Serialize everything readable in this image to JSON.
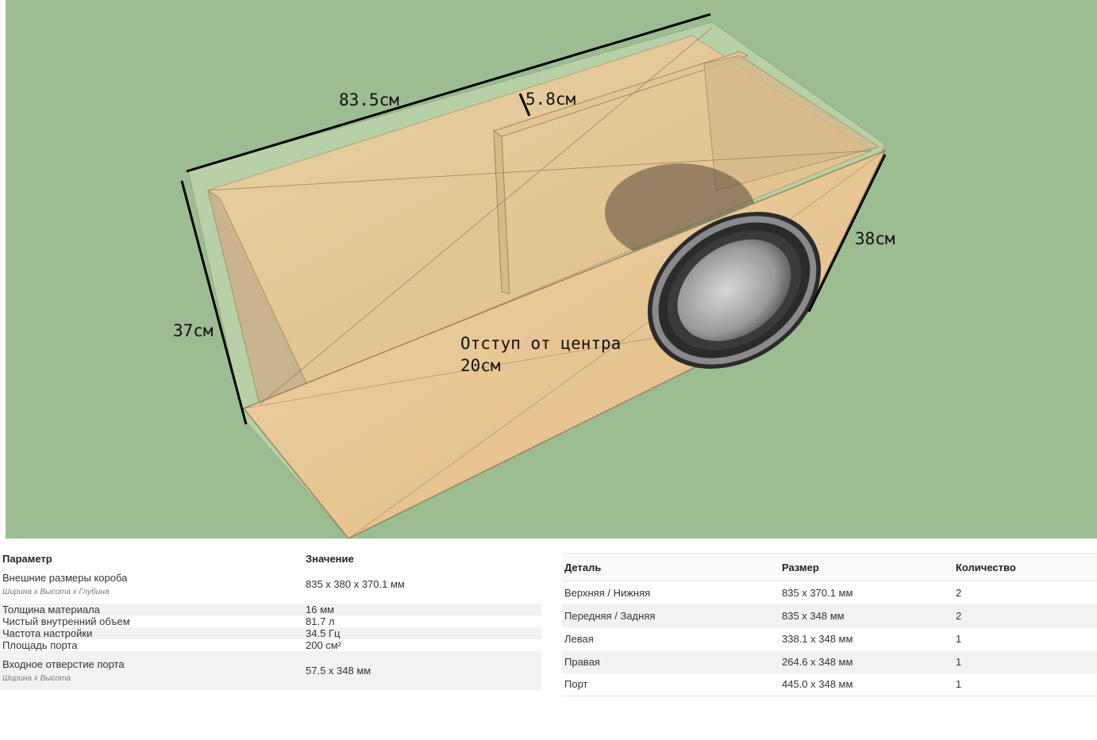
{
  "scene": {
    "bg_color": "#9bbd91",
    "wood_color": "#e9c897",
    "dimensions": {
      "width": "83.5см",
      "depth": "5.8см",
      "height_left": "37см",
      "height_right": "38см"
    },
    "note_line1": "Отступ от центра",
    "note_line2": "20см"
  },
  "params": {
    "headers": {
      "param": "Параметр",
      "value": "Значение"
    },
    "rows": [
      {
        "name": "Внешние размеры короба",
        "sub": "Ширина x Высота x Глубина",
        "value": "835 x 380 x 370.1 мм"
      },
      {
        "name": "Толщина материала",
        "value": "16 мм"
      },
      {
        "name": "Чистый внутренний объем",
        "value": "81.7 л"
      },
      {
        "name": "Частота настройки",
        "value": "34.5 Гц"
      },
      {
        "name": "Площадь порта",
        "value": "200 см²"
      },
      {
        "name": "Входное отверстие порта",
        "sub": "Ширина x Высота",
        "value": "57.5 x 348 мм"
      }
    ]
  },
  "parts": {
    "headers": {
      "detail": "Деталь",
      "size": "Размер",
      "qty": "Количество"
    },
    "rows": [
      {
        "detail": "Верхняя / Нижняя",
        "size": "835 x 370.1 мм",
        "qty": "2"
      },
      {
        "detail": "Передняя / Задняя",
        "size": "835 x 348 мм",
        "qty": "2"
      },
      {
        "detail": "Левая",
        "size": "338.1 x 348 мм",
        "qty": "1"
      },
      {
        "detail": "Правая",
        "size": "264.6 x 348 мм",
        "qty": "1"
      },
      {
        "detail": "Порт",
        "size": "445.0 x 348 мм",
        "qty": "1"
      }
    ]
  }
}
